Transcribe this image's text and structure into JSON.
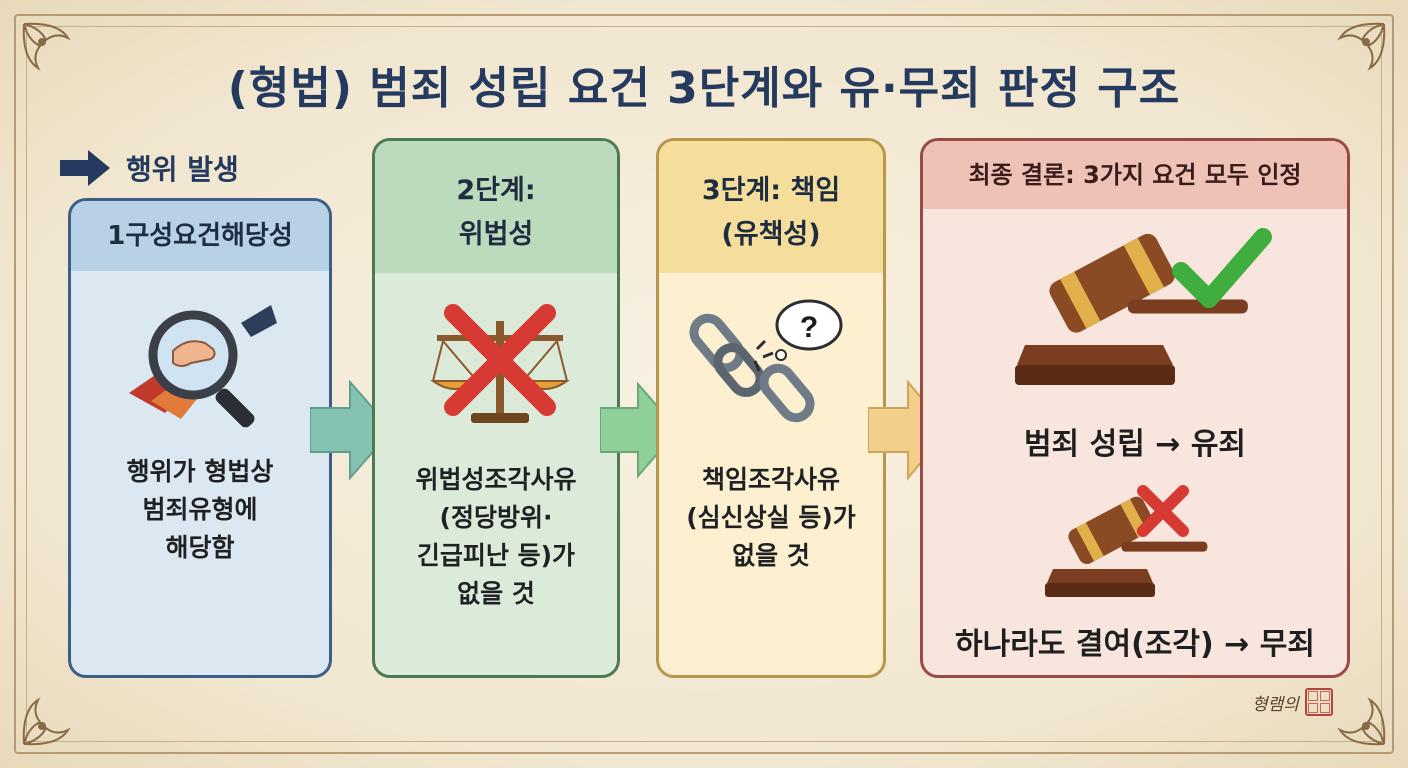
{
  "title": "(형법) 범죄 성립 요건 3단계와 유·무죄 판정 구조",
  "start_label": "행위 발생",
  "stage1": {
    "header": "1구성요건해당성",
    "body": [
      "행위가 형법상",
      "범죄유형에",
      "해당함"
    ]
  },
  "stage2": {
    "header": [
      "2단계:",
      "위법성"
    ],
    "body": [
      "위법성조각사유",
      "(정당방위·",
      "긴급피난 등)가",
      "없을 것"
    ]
  },
  "stage3": {
    "header": [
      "3단계: 책임",
      "(유책성)"
    ],
    "body": [
      "책임조각사유",
      "(심신상실 등)가",
      "없을 것"
    ]
  },
  "conclusion": {
    "header": "최종 결론: 3가지 요건 모두 인정",
    "guilty": "범죄 성립 → 유죄",
    "not_guilty": "하나라도 결여(조각) → 무죄"
  },
  "signature": "형램의",
  "colors": {
    "title": "#243a5e",
    "stage1": "#dbe7f1",
    "stage2": "#dcebd9",
    "stage3": "#fcf0d0",
    "conclusion": "#f8e6de",
    "check": "#3fae3f",
    "cross": "#d63a32"
  },
  "icons": [
    "arrow-right-icon",
    "magnifier-hand-icon",
    "scales-crossed-icon",
    "broken-chain-icon",
    "question-bubble-icon",
    "gavel-check-icon",
    "gavel-cross-icon"
  ]
}
